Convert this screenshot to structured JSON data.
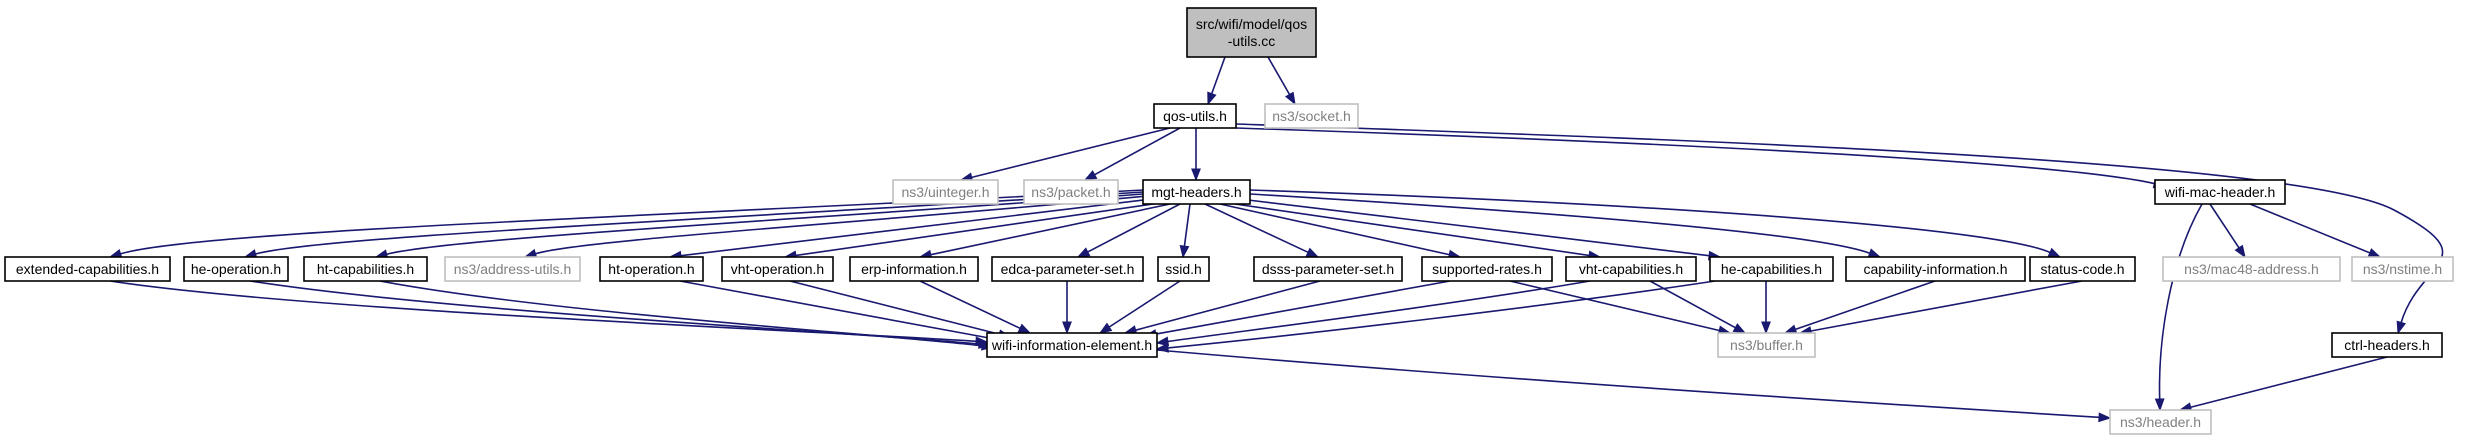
{
  "nodes": [
    {
      "id": "root",
      "lines": [
        "src/wifi/model/qos",
        "-utils.cc"
      ],
      "kind": "root",
      "interactable": false
    },
    {
      "id": "qos-utils",
      "lines": [
        "qos-utils.h"
      ],
      "kind": "local",
      "interactable": true
    },
    {
      "id": "socket",
      "lines": [
        "ns3/socket.h"
      ],
      "kind": "ext",
      "interactable": false
    },
    {
      "id": "uinteger",
      "lines": [
        "ns3/uinteger.h"
      ],
      "kind": "ext",
      "interactable": false
    },
    {
      "id": "packet",
      "lines": [
        "ns3/packet.h"
      ],
      "kind": "ext",
      "interactable": false
    },
    {
      "id": "mgt-headers",
      "lines": [
        "mgt-headers.h"
      ],
      "kind": "local",
      "interactable": true
    },
    {
      "id": "wifi-mac-header",
      "lines": [
        "wifi-mac-header.h"
      ],
      "kind": "local",
      "interactable": true
    },
    {
      "id": "extended-capabilities",
      "lines": [
        "extended-capabilities.h"
      ],
      "kind": "local",
      "interactable": true
    },
    {
      "id": "he-operation",
      "lines": [
        "he-operation.h"
      ],
      "kind": "local",
      "interactable": true
    },
    {
      "id": "ht-capabilities",
      "lines": [
        "ht-capabilities.h"
      ],
      "kind": "local",
      "interactable": true
    },
    {
      "id": "address-utils",
      "lines": [
        "ns3/address-utils.h"
      ],
      "kind": "ext",
      "interactable": false
    },
    {
      "id": "ht-operation",
      "lines": [
        "ht-operation.h"
      ],
      "kind": "local",
      "interactable": true
    },
    {
      "id": "vht-operation",
      "lines": [
        "vht-operation.h"
      ],
      "kind": "local",
      "interactable": true
    },
    {
      "id": "erp-information",
      "lines": [
        "erp-information.h"
      ],
      "kind": "local",
      "interactable": true
    },
    {
      "id": "edca-parameter-set",
      "lines": [
        "edca-parameter-set.h"
      ],
      "kind": "local",
      "interactable": true
    },
    {
      "id": "ssid",
      "lines": [
        "ssid.h"
      ],
      "kind": "local",
      "interactable": true
    },
    {
      "id": "dsss-parameter-set",
      "lines": [
        "dsss-parameter-set.h"
      ],
      "kind": "local",
      "interactable": true
    },
    {
      "id": "supported-rates",
      "lines": [
        "supported-rates.h"
      ],
      "kind": "local",
      "interactable": true
    },
    {
      "id": "vht-capabilities",
      "lines": [
        "vht-capabilities.h"
      ],
      "kind": "local",
      "interactable": true
    },
    {
      "id": "he-capabilities",
      "lines": [
        "he-capabilities.h"
      ],
      "kind": "local",
      "interactable": true
    },
    {
      "id": "capability-information",
      "lines": [
        "capability-information.h"
      ],
      "kind": "local",
      "interactable": true
    },
    {
      "id": "status-code",
      "lines": [
        "status-code.h"
      ],
      "kind": "local",
      "interactable": true
    },
    {
      "id": "mac48-address",
      "lines": [
        "ns3/mac48-address.h"
      ],
      "kind": "ext",
      "interactable": false
    },
    {
      "id": "nstime",
      "lines": [
        "ns3/nstime.h"
      ],
      "kind": "ext",
      "interactable": false
    },
    {
      "id": "wifi-information-element",
      "lines": [
        "wifi-information-element.h"
      ],
      "kind": "local",
      "interactable": true
    },
    {
      "id": "buffer",
      "lines": [
        "ns3/buffer.h"
      ],
      "kind": "ext",
      "interactable": false
    },
    {
      "id": "ctrl-headers",
      "lines": [
        "ctrl-headers.h"
      ],
      "kind": "local",
      "interactable": true
    },
    {
      "id": "header",
      "lines": [
        "ns3/header.h"
      ],
      "kind": "ext",
      "interactable": false
    }
  ],
  "edges": [
    {
      "from": "root",
      "to": "qos-utils"
    },
    {
      "from": "root",
      "to": "socket"
    },
    {
      "from": "qos-utils",
      "to": "uinteger"
    },
    {
      "from": "qos-utils",
      "to": "packet"
    },
    {
      "from": "qos-utils",
      "to": "mgt-headers"
    },
    {
      "from": "qos-utils",
      "to": "wifi-mac-header"
    },
    {
      "from": "qos-utils",
      "to": "ctrl-headers"
    },
    {
      "from": "mgt-headers",
      "to": "extended-capabilities"
    },
    {
      "from": "mgt-headers",
      "to": "he-operation"
    },
    {
      "from": "mgt-headers",
      "to": "ht-capabilities"
    },
    {
      "from": "mgt-headers",
      "to": "address-utils"
    },
    {
      "from": "mgt-headers",
      "to": "ht-operation"
    },
    {
      "from": "mgt-headers",
      "to": "vht-operation"
    },
    {
      "from": "mgt-headers",
      "to": "erp-information"
    },
    {
      "from": "mgt-headers",
      "to": "edca-parameter-set"
    },
    {
      "from": "mgt-headers",
      "to": "ssid"
    },
    {
      "from": "mgt-headers",
      "to": "dsss-parameter-set"
    },
    {
      "from": "mgt-headers",
      "to": "supported-rates"
    },
    {
      "from": "mgt-headers",
      "to": "vht-capabilities"
    },
    {
      "from": "mgt-headers",
      "to": "he-capabilities"
    },
    {
      "from": "mgt-headers",
      "to": "capability-information"
    },
    {
      "from": "mgt-headers",
      "to": "status-code"
    },
    {
      "from": "wifi-mac-header",
      "to": "mac48-address"
    },
    {
      "from": "wifi-mac-header",
      "to": "nstime"
    },
    {
      "from": "wifi-mac-header",
      "to": "header"
    },
    {
      "from": "extended-capabilities",
      "to": "wifi-information-element"
    },
    {
      "from": "he-operation",
      "to": "wifi-information-element"
    },
    {
      "from": "ht-capabilities",
      "to": "wifi-information-element"
    },
    {
      "from": "ht-operation",
      "to": "wifi-information-element"
    },
    {
      "from": "vht-operation",
      "to": "wifi-information-element"
    },
    {
      "from": "erp-information",
      "to": "wifi-information-element"
    },
    {
      "from": "edca-parameter-set",
      "to": "wifi-information-element"
    },
    {
      "from": "ssid",
      "to": "wifi-information-element"
    },
    {
      "from": "dsss-parameter-set",
      "to": "wifi-information-element"
    },
    {
      "from": "supported-rates",
      "to": "wifi-information-element"
    },
    {
      "from": "supported-rates",
      "to": "buffer"
    },
    {
      "from": "vht-capabilities",
      "to": "wifi-information-element"
    },
    {
      "from": "vht-capabilities",
      "to": "buffer"
    },
    {
      "from": "he-capabilities",
      "to": "wifi-information-element"
    },
    {
      "from": "he-capabilities",
      "to": "buffer"
    },
    {
      "from": "capability-information",
      "to": "buffer"
    },
    {
      "from": "status-code",
      "to": "buffer"
    },
    {
      "from": "wifi-information-element",
      "to": "header"
    },
    {
      "from": "ctrl-headers",
      "to": "header"
    }
  ]
}
